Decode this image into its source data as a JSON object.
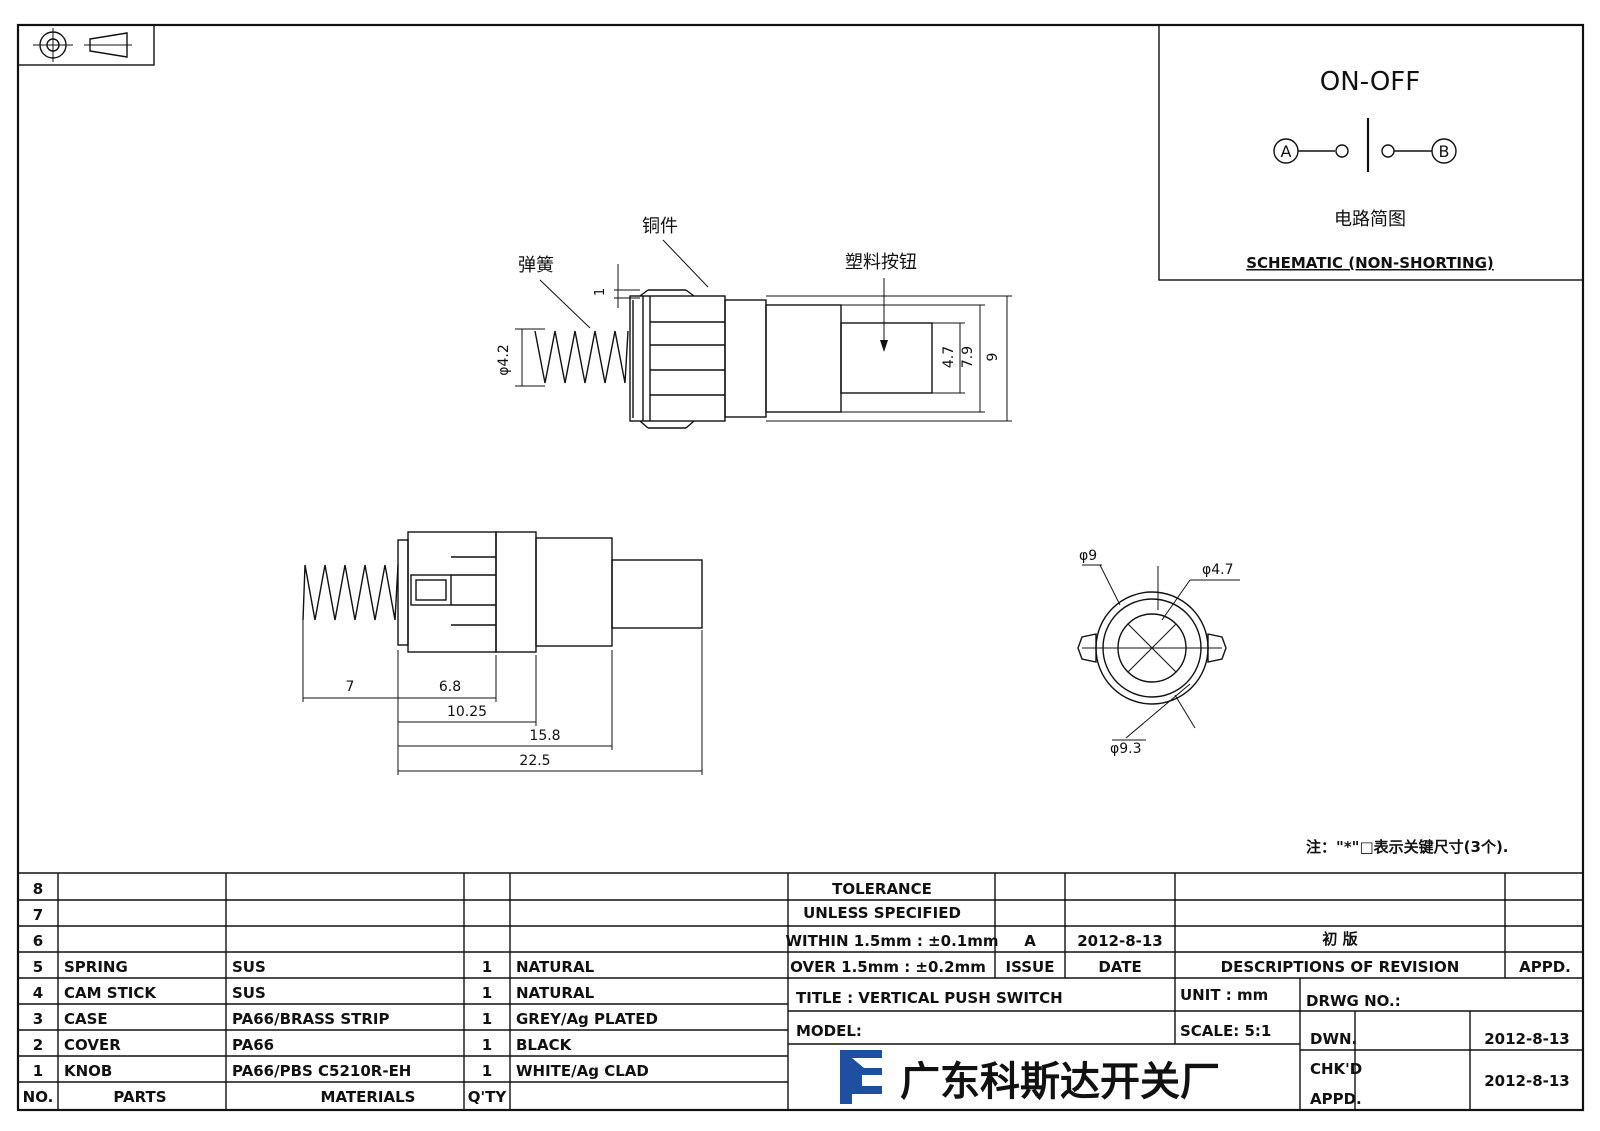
{
  "schematic": {
    "title": "ON-OFF",
    "terminal_a": "A",
    "terminal_b": "B",
    "caption_cn": "电路简图",
    "caption_en": "SCHEMATIC (NON-SHORTING)"
  },
  "side_view": {
    "label_copper": "铜件",
    "label_spring": "弹簧",
    "label_knob": "塑料按钮",
    "dim_1": "1",
    "dim_spring_dia": "φ4.2",
    "dim_4_7": "4.7",
    "dim_7_9": "7.9",
    "dim_9": "9"
  },
  "front_view": {
    "dim_7": "7",
    "dim_6_8": "6.8",
    "dim_10_25": "10.25",
    "dim_15_8": "15.8",
    "dim_22_5": "22.5"
  },
  "end_view": {
    "dim_phi9": "φ9",
    "dim_phi4_7": "φ4.7",
    "dim_phi9_3": "φ9.3"
  },
  "note": "注：\"*\"□表示关键尺寸(3个).",
  "bom": {
    "headers": {
      "no": "NO.",
      "parts": "PARTS",
      "materials": "MATERIALS",
      "qty": "Q'TY"
    },
    "rows": [
      {
        "no": "8",
        "part": "",
        "material": "",
        "qty": "",
        "finish": ""
      },
      {
        "no": "7",
        "part": "",
        "material": "",
        "qty": "",
        "finish": ""
      },
      {
        "no": "6",
        "part": "",
        "material": "",
        "qty": "",
        "finish": ""
      },
      {
        "no": "5",
        "part": "SPRING",
        "material": "SUS",
        "qty": "1",
        "finish": "NATURAL"
      },
      {
        "no": "4",
        "part": "CAM STICK",
        "material": "SUS",
        "qty": "1",
        "finish": "NATURAL"
      },
      {
        "no": "3",
        "part": "CASE",
        "material": "PA66/BRASS STRIP",
        "qty": "1",
        "finish": "GREY/Ag PLATED"
      },
      {
        "no": "2",
        "part": "COVER",
        "material": "PA66",
        "qty": "1",
        "finish": "BLACK"
      },
      {
        "no": "1",
        "part": "KNOB",
        "material": "PA66/PBS C5210R-EH",
        "qty": "1",
        "finish": "WHITE/Ag CLAD"
      }
    ]
  },
  "tolerance": {
    "line1": "TOLERANCE",
    "line2": "UNLESS  SPECIFIED",
    "line3": "WITHIN 1.5mm : ±0.1mm",
    "line4": "OVER 1.5mm : ±0.2mm"
  },
  "revision": {
    "issue": "A",
    "date": "2012-8-13",
    "description": "初  版",
    "issue_header": "ISSUE",
    "date_header": "DATE",
    "desc_header": "DESCRIPTIONS OF REVISION",
    "appd_header": "APPD."
  },
  "title_block": {
    "title": "TITLE :  VERTICAL PUSH SWITCH",
    "model": "MODEL:",
    "unit": "UNIT :  mm",
    "scale": "SCALE:  5:1",
    "drwg_no": "DRWG NO.:",
    "dwn": "DWN.",
    "chkd": "CHK'D",
    "appd": "APPD.",
    "dwn_date": "2012-8-13",
    "chk_date": "2012-8-13",
    "company": "广东科斯达开关厂"
  },
  "colors": {
    "logo_blue": "#1f4fa0",
    "ink": "#111111"
  }
}
